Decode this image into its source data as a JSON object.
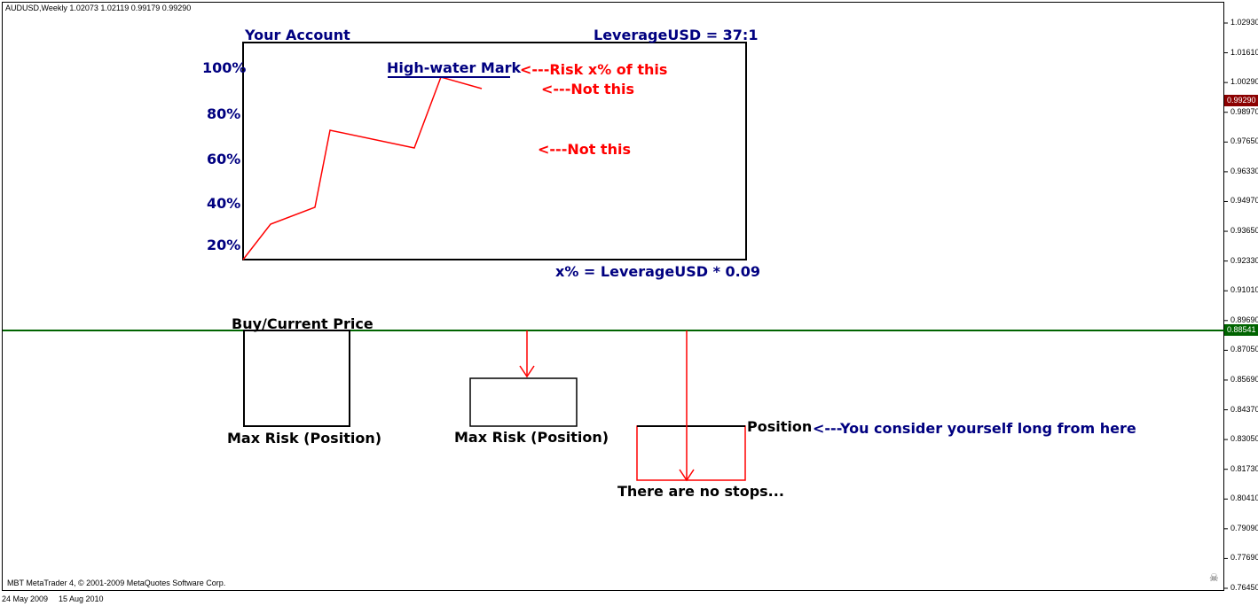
{
  "header": {
    "symbol_info": "AUDUSD,Weekly  1.02073 1.02119 0.99179 0.99290"
  },
  "footer": {
    "copyright": "MBT MetaTrader 4, © 2001-2009 MetaQuotes Software Corp."
  },
  "x_axis": {
    "dates": [
      "24 May 2009",
      "15 Aug 2010"
    ]
  },
  "y_axis": {
    "ticks": [
      "1.02930",
      "1.01610",
      "1.00290",
      "0.98970",
      "0.97650",
      "0.96330",
      "0.94970",
      "0.93650",
      "0.92330",
      "0.91010",
      "0.89690",
      "0.87050",
      "0.85690",
      "0.84370",
      "0.83050",
      "0.81730",
      "0.80410",
      "0.79090",
      "0.77690",
      "0.76450"
    ],
    "bid_tag": "0.99290",
    "line_tag": "0.88541"
  },
  "colors": {
    "bid_tag": "#8b0000",
    "line_tag": "#006400",
    "hline": "#006400",
    "red": "#ff0000",
    "navy": "#000080"
  },
  "account_box": {
    "title": "Your Account",
    "leverage": "LeverageUSD = 37:1",
    "formula": "x% = LeverageUSD * 0.09",
    "y_labels": [
      "100%",
      "80%",
      "60%",
      "40%",
      "20%"
    ],
    "high_water_label": "High-water Mark",
    "note_risk": "<---Risk x% of this",
    "note_not1": "<---Not this",
    "note_not2": "<---Not this"
  },
  "diagram": {
    "buy_label": "Buy/Current Price",
    "max_risk_1": "Max Risk (Position)",
    "max_risk_2": "Max Risk (Position)",
    "position_label": "Position",
    "long_note": "<---You consider yourself long from here",
    "no_stops": "There are no stops..."
  },
  "icons": {
    "skull": "skull-icon"
  }
}
